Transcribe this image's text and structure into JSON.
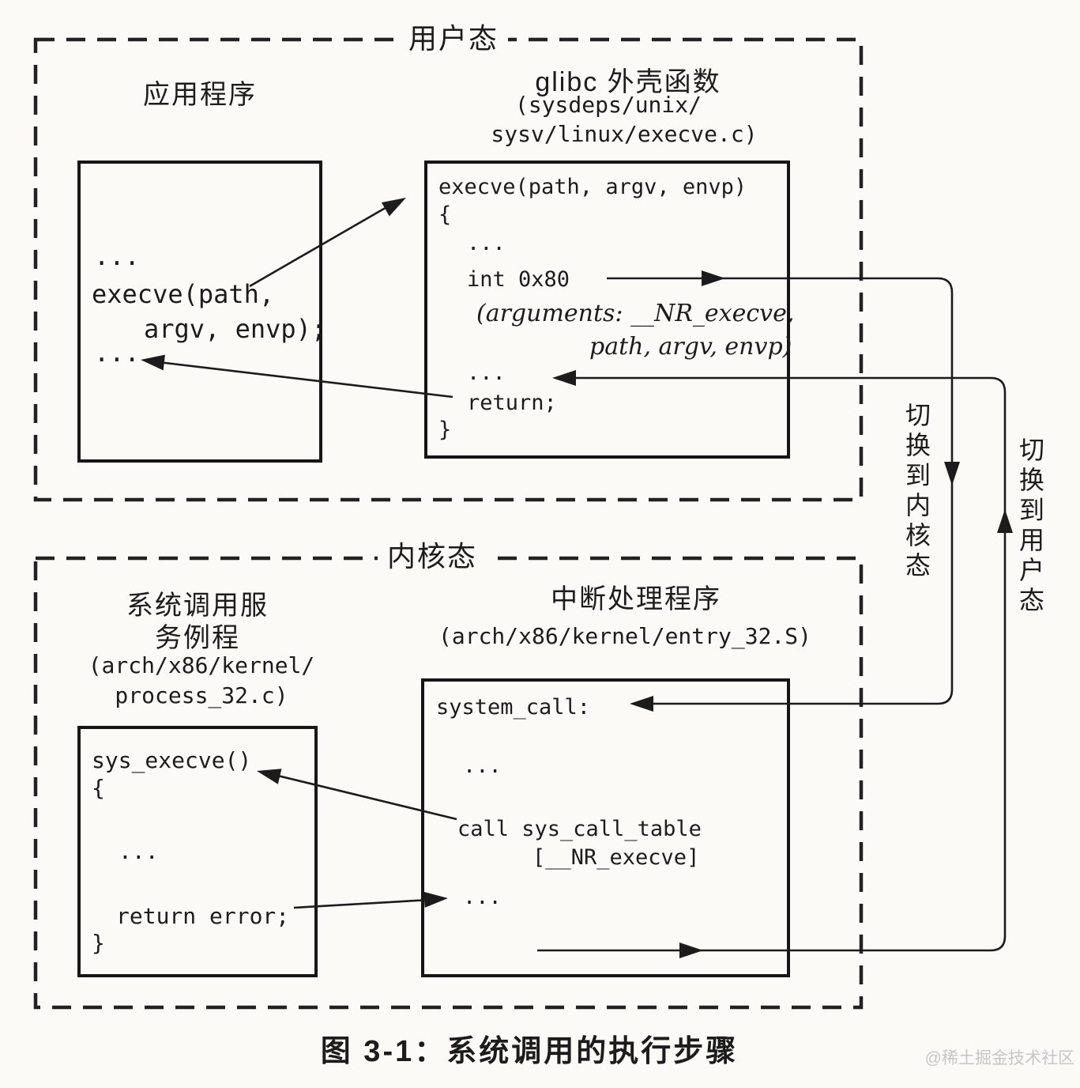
{
  "page": {
    "background": "#fbfaf7",
    "ink": "#1c1c1c",
    "watermark_color": "#c6c6c6"
  },
  "user_mode": {
    "label": "用户态",
    "app_box": {
      "title": "应用程序",
      "code": [
        "...",
        "execve(path,",
        "argv, envp);",
        "..."
      ]
    },
    "glibc_box": {
      "title": "glibc 外壳函数",
      "source_path_lines": [
        "(sysdeps/unix/",
        "sysv/linux/execve.c)"
      ],
      "code": [
        "execve(path, argv, envp)",
        "{",
        "...",
        "int 0x80",
        "(arguments: __NR_execve,",
        "path, argv, envp)",
        "...",
        "return;",
        "}"
      ]
    }
  },
  "kernel_mode": {
    "label": "内核态",
    "service_box": {
      "title_lines": [
        "系统调用服",
        "务例程"
      ],
      "source_path_lines": [
        "(arch/x86/kernel/",
        "process_32.c)"
      ],
      "code": [
        "sys_execve()",
        "{",
        "...",
        "return error;",
        "}"
      ]
    },
    "interrupt_box": {
      "title": "中断处理程序",
      "source_path": "(arch/x86/kernel/entry_32.S)",
      "code": [
        "system_call:",
        "...",
        "call sys_call_table",
        "[__NR_execve]",
        "..."
      ]
    }
  },
  "transitions": {
    "to_kernel": "切换到内核态",
    "to_user": "切换到用户态"
  },
  "caption": "图 3-1：系统调用的执行步骤",
  "watermark": "@稀土掘金技术社区"
}
